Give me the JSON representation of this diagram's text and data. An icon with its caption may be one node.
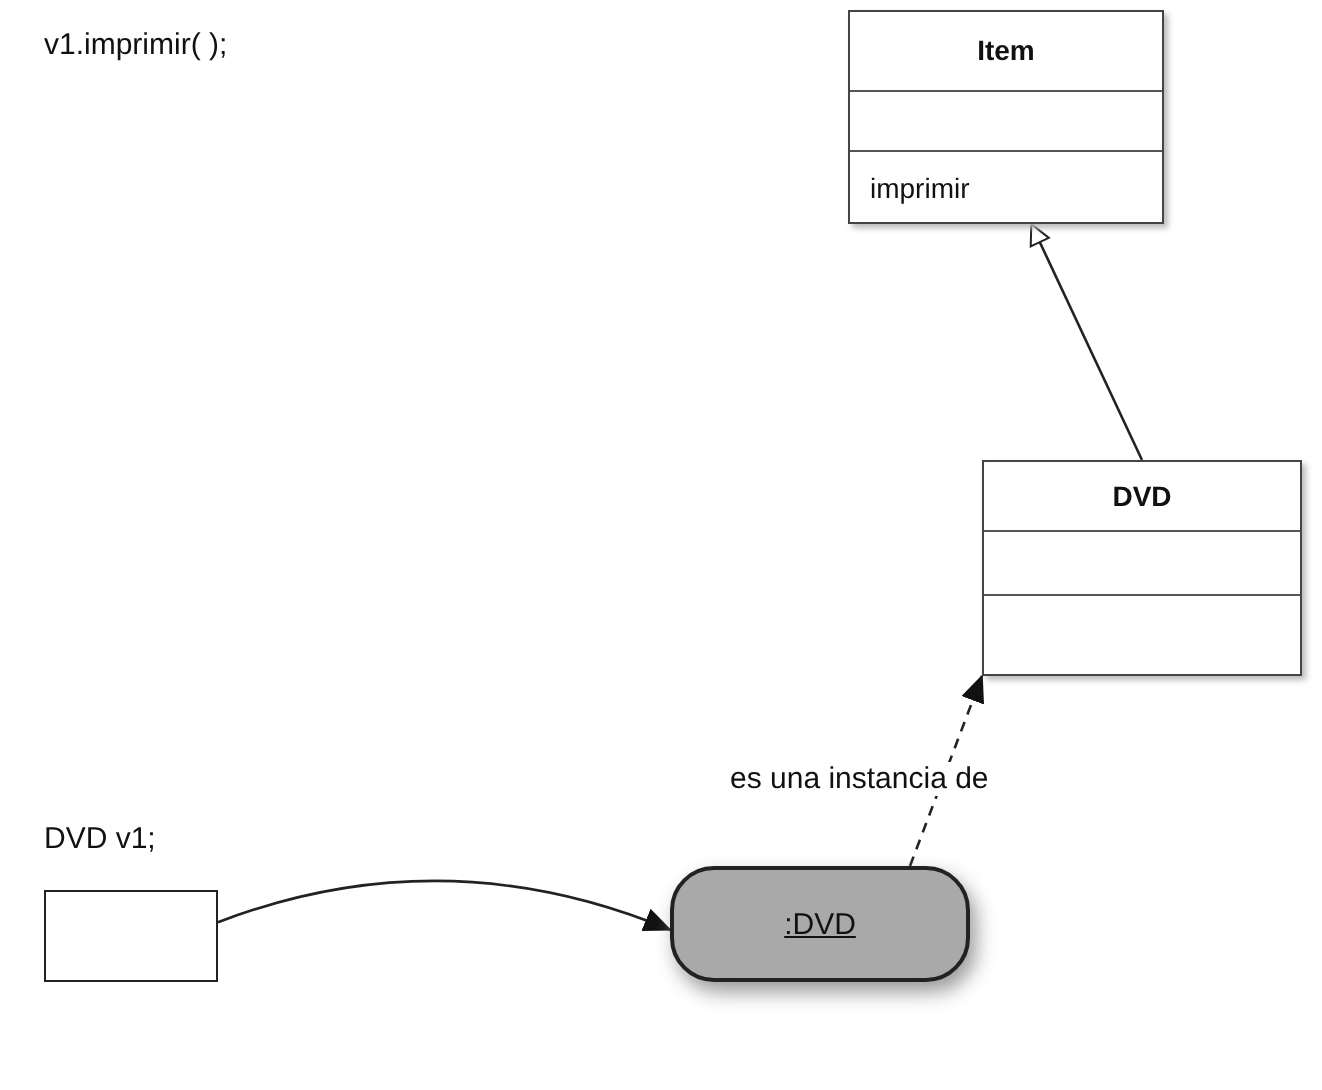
{
  "diagram": {
    "nodes": [
      {
        "text": [
          "Item",
          "imprimir"
        ]
      },
      {
        "text": [
          "DVD"
        ]
      },
      {
        "text": [],
        "shape": "box",
        "beside": [
          "DVD v1;"
        ]
      },
      {
        "text": [
          ":DVD"
        ]
      }
    ],
    "edges": [
      {
        "from": 1,
        "to": 0,
        "arrow": "to"
      },
      {
        "from": 3,
        "to": 1,
        "arrow": "to",
        "style": "dashed",
        "label": "es una instancia de"
      },
      {
        "from": 2,
        "to": 3,
        "arrow": "to"
      }
    ],
    "labels": [
      "v1.imprimir( );"
    ]
  }
}
